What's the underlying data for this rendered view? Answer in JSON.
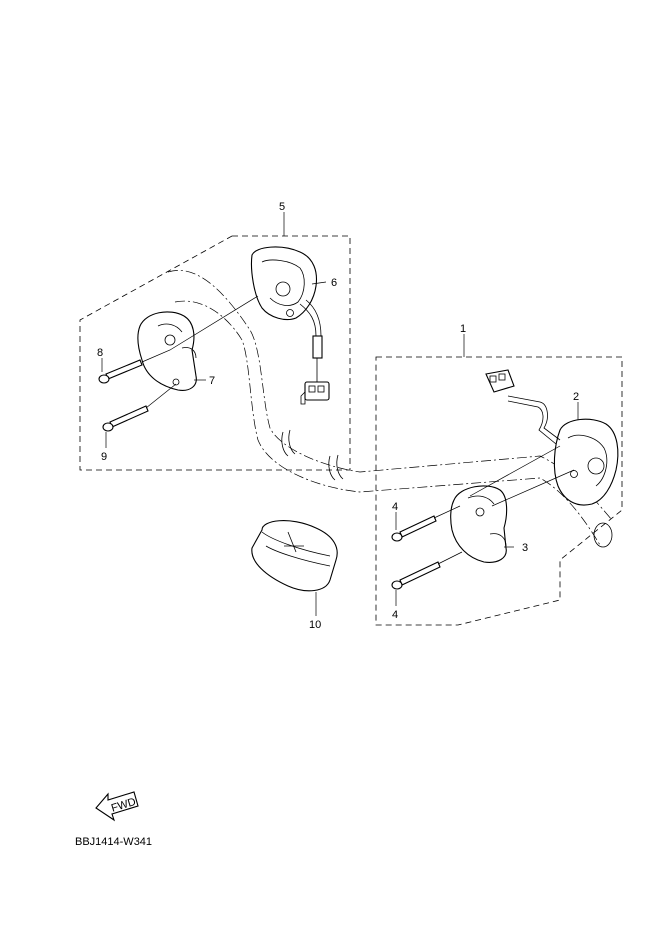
{
  "diagram": {
    "callouts": [
      "1",
      "2",
      "3",
      "4",
      "4",
      "5",
      "6",
      "7",
      "8",
      "9",
      "10"
    ],
    "fwd_label": "FWD",
    "drawing_code": "BBJ1414-W341"
  },
  "colors": {
    "line": "#000000",
    "background": "#ffffff"
  }
}
